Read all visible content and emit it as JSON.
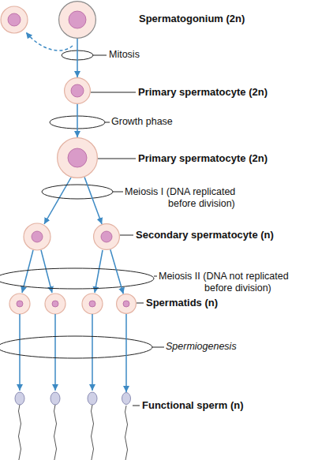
{
  "diagram": {
    "nodes": [
      {
        "text": [
          "Spermatogonium (2n)"
        ]
      },
      {
        "text": [
          "Primary spermatocyte (2n)"
        ]
      },
      {
        "text": [
          "Primary spermatocyte (2n)"
        ]
      },
      {
        "text": [
          "Secondary spermatocyte (n)"
        ]
      },
      {
        "text": [
          "Spermatids (n)"
        ]
      },
      {
        "text": [
          "Functional sperm (n)"
        ]
      }
    ],
    "edges": [
      {
        "from": 0,
        "to": 1,
        "arrow": "to"
      },
      {
        "from": 1,
        "to": 2,
        "arrow": "to"
      },
      {
        "from": 2,
        "to": 3,
        "arrow": "to"
      },
      {
        "from": 3,
        "to": 4,
        "arrow": "to"
      },
      {
        "from": 4,
        "to": 5,
        "arrow": "to"
      }
    ],
    "labels": [
      "Mitosis",
      "Growth phase",
      "Meiosis I (DNA replicated before division)",
      "Meiosis II (DNA not replicated before division)",
      "Spermiogenesis"
    ]
  }
}
